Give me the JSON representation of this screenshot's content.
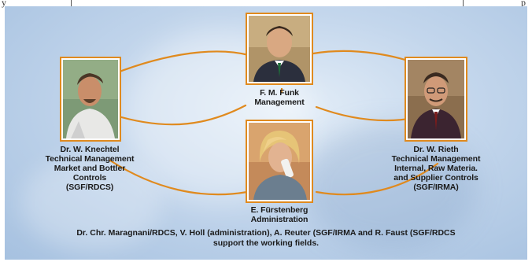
{
  "top_fragments": {
    "left": "y",
    "right": "p"
  },
  "people": {
    "funk": {
      "name": "F. M. Funk",
      "lines": [
        "Management"
      ]
    },
    "knechtel": {
      "name": "Dr. W. Knechtel",
      "lines": [
        "Technical Management",
        "Market and Bottler",
        "Controls",
        "(SGF/RDCS)"
      ]
    },
    "rieth": {
      "name": "Dr. W. Rieth",
      "lines": [
        "Technical Management",
        "Internal, Raw Materia.",
        "and Supplier Controls",
        "(SGF/IRMA)"
      ]
    },
    "fuerstenberg": {
      "name": "E. Fürstenberg",
      "lines": [
        "Administration"
      ]
    }
  },
  "footer": {
    "line1": "Dr. Chr. Maragnani/RDCS, V. Holl (administration), A. Reuter (SGF/IRMA and R. Faust (SGF/RDCS",
    "line2": "support the working fields."
  },
  "colors": {
    "accent_orange": "#e08a1e",
    "panel_blue": "#a6c1e0"
  }
}
